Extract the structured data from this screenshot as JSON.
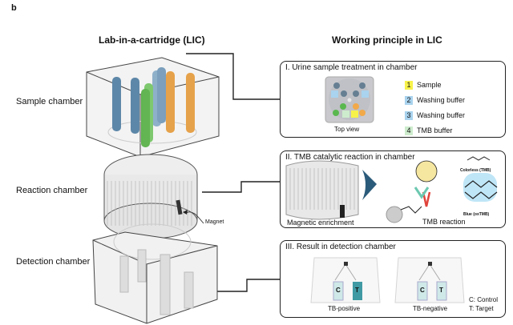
{
  "panel_letter": "b",
  "left": {
    "heading": "Lab-in-a-cartridge (LIC)",
    "labels": {
      "sample_chamber": "Sample chamber",
      "reaction_chamber": "Reaction chamber",
      "detection_chamber": "Detection chamber",
      "magnet": "Magnet"
    }
  },
  "right": {
    "heading": "Working principle in LIC",
    "box1": {
      "title": "I. Urine sample treatment in chamber",
      "top_view_caption": "Top view",
      "legend": [
        {
          "num": "1",
          "label": "Sample",
          "color": "#f7f24a"
        },
        {
          "num": "2",
          "label": "Washing buffer",
          "color": "#a9d3ee"
        },
        {
          "num": "3",
          "label": "Washing buffer",
          "color": "#a9d3ee"
        },
        {
          "num": "4",
          "label": "TMB buffer",
          "color": "#cdeccd"
        }
      ]
    },
    "box2": {
      "title": "II. TMB catalytic reaction in chamber",
      "left_caption": "Magnetic enrichment",
      "right_caption": "TMB reaction",
      "colorless_label": "Colorless (TMB)",
      "blue_label": "Blue (oxTMB)"
    },
    "box3": {
      "title": "III. Result in detection chamber",
      "positive_caption": "TB-positive",
      "negative_caption": "TB-negative",
      "c_letter": "C",
      "t_letter": "T",
      "key_control": "C: Control",
      "key_target": "T: Target"
    }
  },
  "colors": {
    "blue_tube": "#5d87a8",
    "light_blue_tube": "#8fb0c9",
    "orange_tube": "#e6a24a",
    "green_tube": "#62b552",
    "positive_T": "#3f9aa3",
    "negative_fill": "#cfe8e8"
  }
}
